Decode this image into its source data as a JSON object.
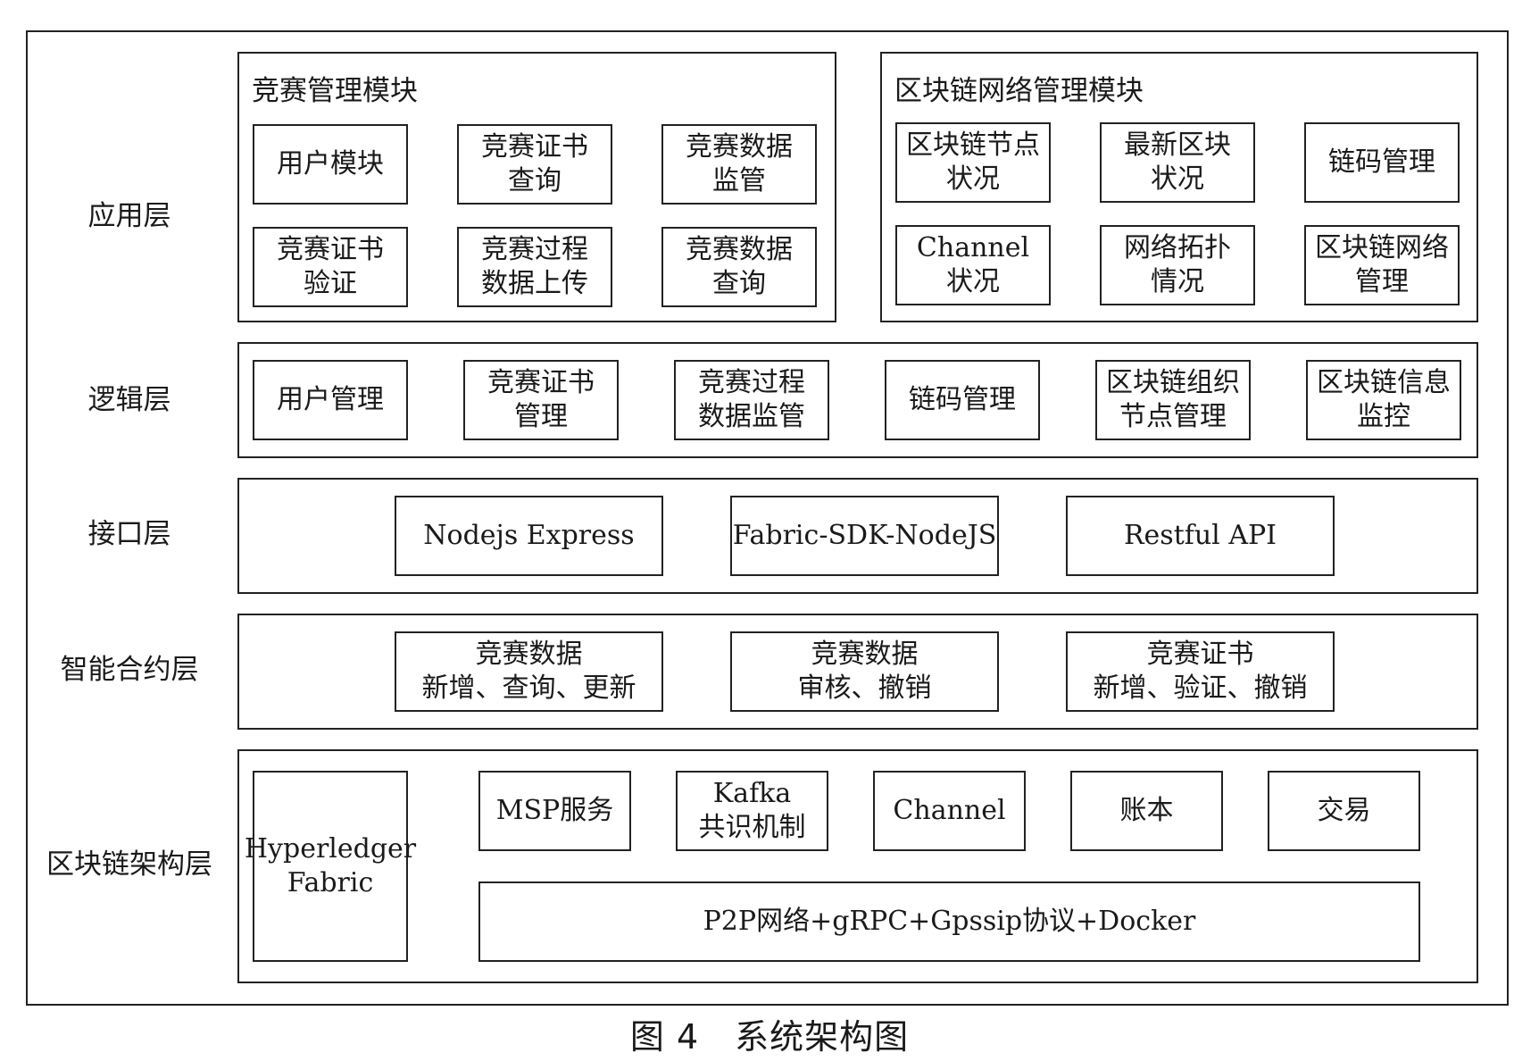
{
  "layers": {
    "application": "应用层",
    "logic": "逻辑层",
    "interface": "接口层",
    "contract": "智能合约层",
    "blockchain": "区块链架构层"
  },
  "app": {
    "competition_module": {
      "title": "竞赛管理模块",
      "items": [
        [
          "用户模块"
        ],
        [
          "竞赛证书",
          "查询"
        ],
        [
          "竞赛数据",
          "监管"
        ],
        [
          "竞赛证书",
          "验证"
        ],
        [
          "竞赛过程",
          "数据上传"
        ],
        [
          "竞赛数据",
          "查询"
        ]
      ]
    },
    "network_module": {
      "title": "区块链网络管理模块",
      "items": [
        [
          "区块链节点",
          "状况"
        ],
        [
          "最新区块",
          "状况"
        ],
        [
          "链码管理"
        ],
        [
          "Channel",
          "状况"
        ],
        [
          "网络拓扑",
          "情况"
        ],
        [
          "区块链网络",
          "管理"
        ]
      ]
    }
  },
  "logic": {
    "items": [
      [
        "用户管理"
      ],
      [
        "竞赛证书",
        "管理"
      ],
      [
        "竞赛过程",
        "数据监管"
      ],
      [
        "链码管理"
      ],
      [
        "区块链组织",
        "节点管理"
      ],
      [
        "区块链信息",
        "监控"
      ]
    ]
  },
  "interface": {
    "items": [
      "Nodejs Express",
      "Fabric-SDK-NodeJS",
      "Restful API"
    ]
  },
  "contract": {
    "items": [
      [
        "竞赛数据",
        "新增、查询、更新"
      ],
      [
        "竞赛数据",
        "审核、撤销"
      ],
      [
        "竞赛证书",
        "新增、验证、撤销"
      ]
    ]
  },
  "blockchain": {
    "platform": [
      "Hyperledger",
      "Fabric"
    ],
    "items": [
      [
        "MSP服务"
      ],
      [
        "Kafka",
        "共识机制"
      ],
      [
        "Channel"
      ],
      [
        "账本"
      ],
      [
        "交易"
      ]
    ],
    "network": "P2P网络+gRPC+Gpssip协议+Docker"
  },
  "caption": {
    "number": "图 4",
    "title": "系统架构图"
  }
}
